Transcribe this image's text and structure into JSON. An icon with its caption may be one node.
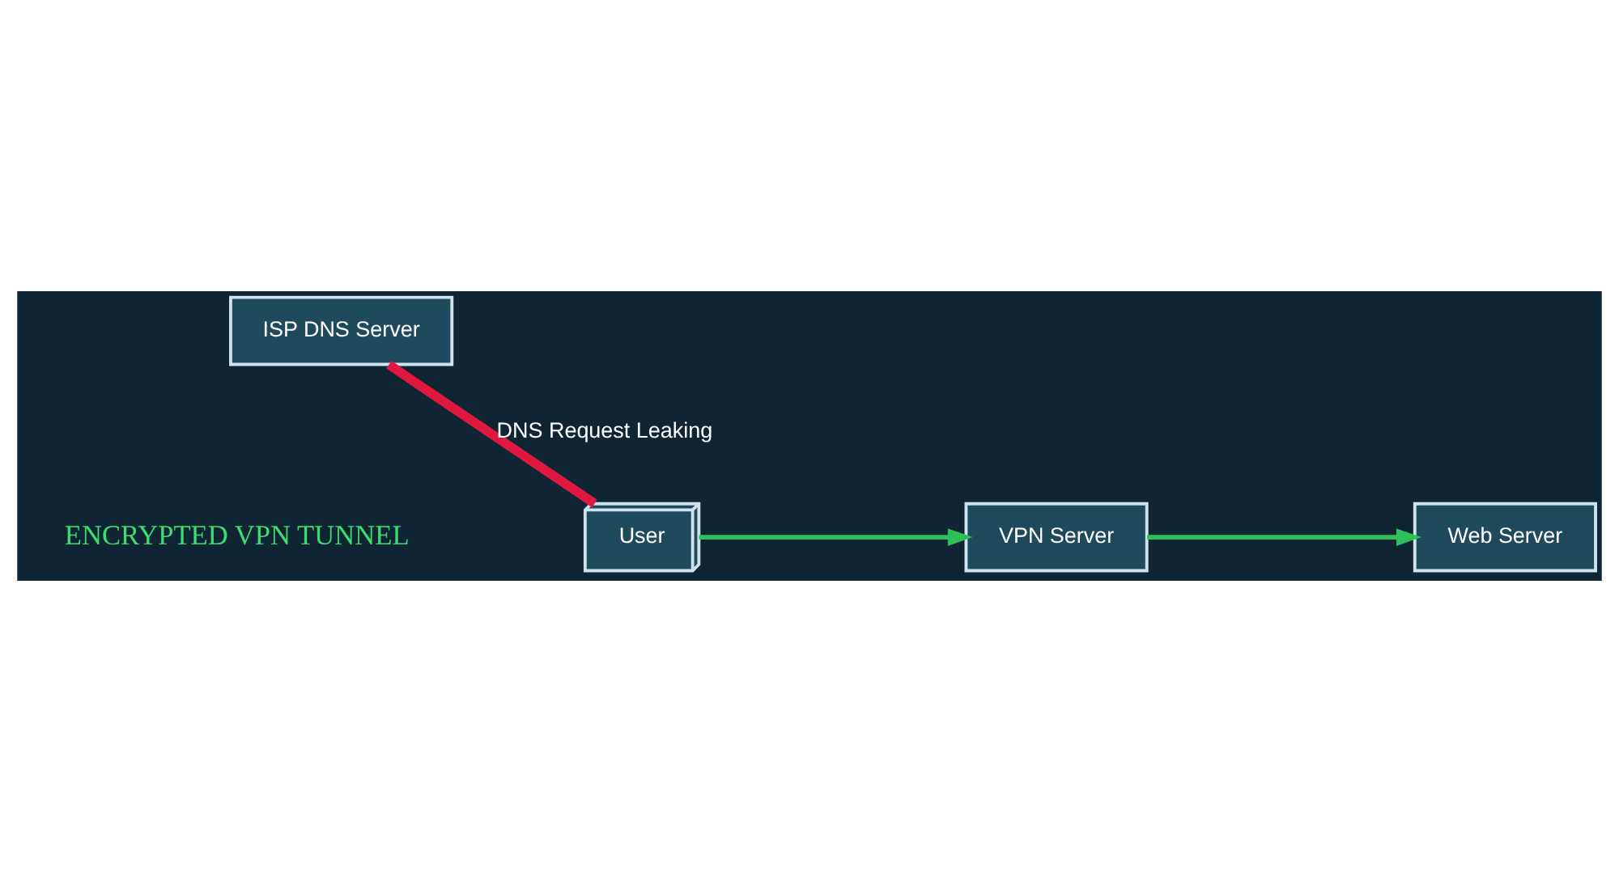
{
  "diagram": {
    "nodes": [
      {
        "text": [
          "ISP DNS Server"
        ]
      },
      {
        "text": [
          "User"
        ]
      },
      {
        "text": [
          "VPN Server"
        ]
      },
      {
        "text": [
          "Web Server"
        ]
      }
    ],
    "edges": [
      {
        "from": 1,
        "to": 0,
        "arrow": "none",
        "label": "DNS Request Leaking",
        "style": "thick",
        "color": "#e0183f"
      },
      {
        "from": 1,
        "to": 2,
        "arrow": "to"
      },
      {
        "from": 2,
        "to": 3,
        "arrow": "to"
      }
    ],
    "labels": [
      "ENCRYPTED VPN TUNNEL"
    ]
  }
}
